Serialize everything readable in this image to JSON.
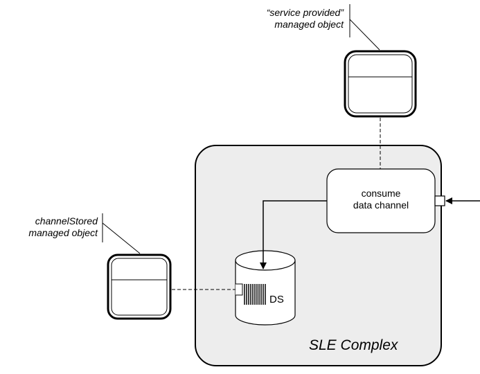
{
  "diagram": {
    "service_provided_label": {
      "line1": "“service provided”",
      "line2": "managed object"
    },
    "channel_stored_label": {
      "line1": "channelStored",
      "line2": "managed object"
    },
    "process": {
      "line1": "consume",
      "line2": "data channel"
    },
    "datastore_label": "DS",
    "complex_label": "SLE Complex"
  }
}
